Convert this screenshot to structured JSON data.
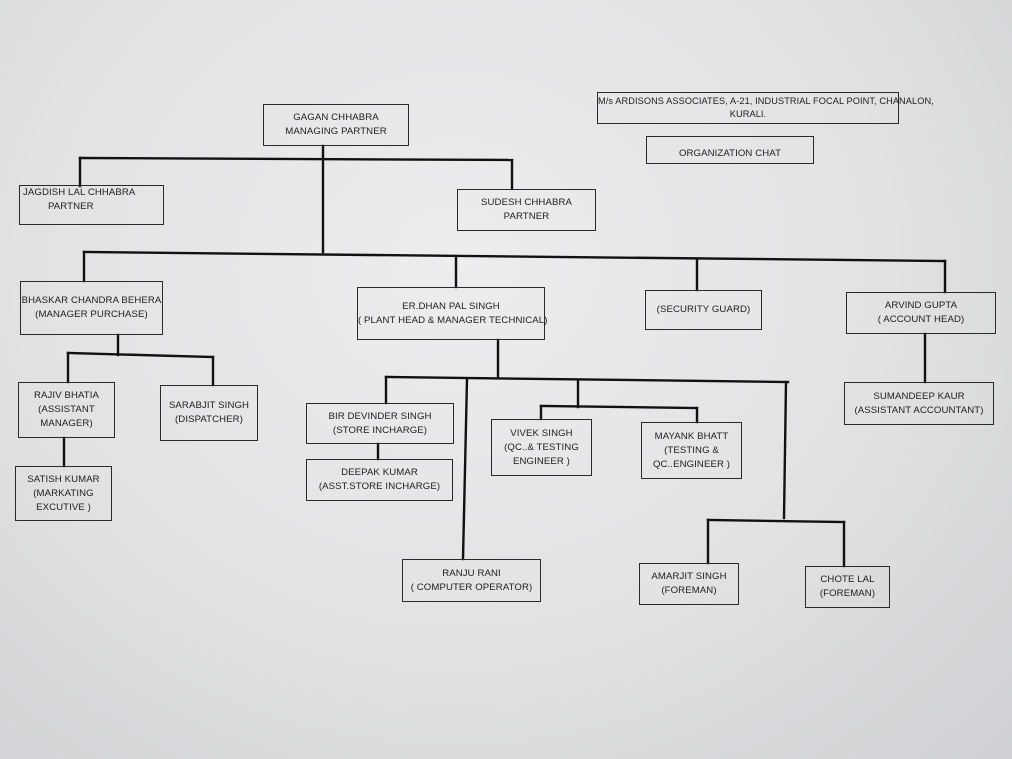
{
  "header": {
    "address_line1": "M/s ARDISONS ASSOCIATES, A-21, INDUSTRIAL FOCAL POINT, CHANALON,",
    "address_line2": "KURALI.",
    "title": "ORGANIZATION  CHAT"
  },
  "nodes": {
    "gagan": {
      "name": "GAGAN CHHABRA",
      "role": "MANAGING PARTNER"
    },
    "jagdish": {
      "name": "JAGDISH LAL CHHABRA",
      "role": "PARTNER"
    },
    "sudesh": {
      "name": "SUDESH CHHABRA",
      "role": "PARTNER"
    },
    "bhaskar": {
      "name": "BHASKAR CHANDRA BEHERA",
      "role": "(MANAGER PURCHASE)"
    },
    "dhanpal": {
      "name": "ER.DHAN PAL SINGH",
      "role": "( PLANT HEAD & MANAGER TECHNICAL)"
    },
    "security": {
      "name": "(SECURITY GUARD)"
    },
    "arvind": {
      "name": "ARVIND GUPTA",
      "role": "( ACCOUNT HEAD)"
    },
    "rajiv": {
      "name": "RAJIV BHATIA",
      "role1": "(ASSISTANT",
      "role2": "MANAGER)"
    },
    "sarabjit": {
      "name": "SARABJIT SINGH",
      "role": "(DISPATCHER)"
    },
    "satish": {
      "name": "SATISH KUMAR",
      "role1": "(MARKATING",
      "role2": "EXCUTIVE )"
    },
    "bir": {
      "name": "BIR DEVINDER SINGH",
      "role": "(STORE INCHARGE)"
    },
    "deepak": {
      "name": "DEEPAK KUMAR",
      "role": "(ASST.STORE INCHARGE)"
    },
    "vivek": {
      "name": "VIVEK SINGH",
      "role1": "(QC..& TESTING",
      "role2": "ENGINEER )"
    },
    "mayank": {
      "name": "MAYANK BHATT",
      "role1": "(TESTING  &",
      "role2": "QC..ENGINEER  )"
    },
    "sumandeep": {
      "name": "SUMANDEEP KAUR",
      "role": "(ASSISTANT ACCOUNTANT)"
    },
    "ranju": {
      "name": "RANJU RANI",
      "role": "( COMPUTER OPERATOR)"
    },
    "amarjit": {
      "name": "AMARJIT SINGH",
      "role": "(FOREMAN)"
    },
    "chote": {
      "name": "CHOTE LAL",
      "role": "(FOREMAN)"
    }
  }
}
